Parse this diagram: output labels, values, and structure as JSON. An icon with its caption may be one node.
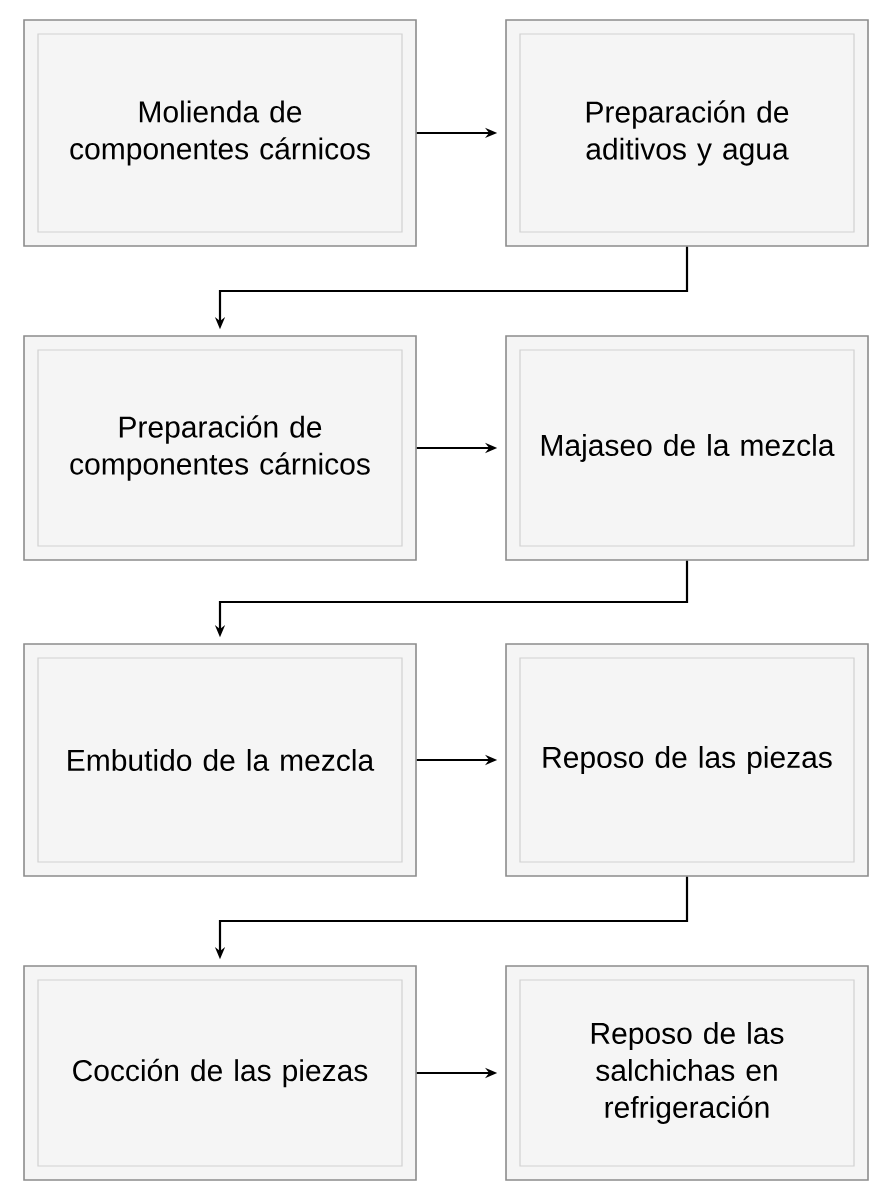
{
  "diagram": {
    "nodes": [
      {
        "text": [
          "Molienda de componentes cárnicos"
        ]
      },
      {
        "text": [
          "Preparación de aditivos y agua"
        ]
      },
      {
        "text": [
          "Preparación de componentes cárnicos"
        ]
      },
      {
        "text": [
          "Majaseo de la mezcla"
        ]
      },
      {
        "text": [
          "Embutido de la mezcla"
        ]
      },
      {
        "text": [
          "Reposo de las piezas"
        ]
      },
      {
        "text": [
          "Cocción de las piezas"
        ]
      },
      {
        "text": [
          "Reposo de las salchichas en refrigeración"
        ]
      }
    ],
    "edges": [
      {
        "from": 0,
        "to": 1,
        "arrow": "to"
      },
      {
        "from": 1,
        "to": 2,
        "arrow": "to"
      },
      {
        "from": 2,
        "to": 3,
        "arrow": "to"
      },
      {
        "from": 3,
        "to": 4,
        "arrow": "to"
      },
      {
        "from": 4,
        "to": 5,
        "arrow": "to"
      },
      {
        "from": 5,
        "to": 6,
        "arrow": "to"
      },
      {
        "from": 6,
        "to": 7,
        "arrow": "to"
      }
    ]
  }
}
